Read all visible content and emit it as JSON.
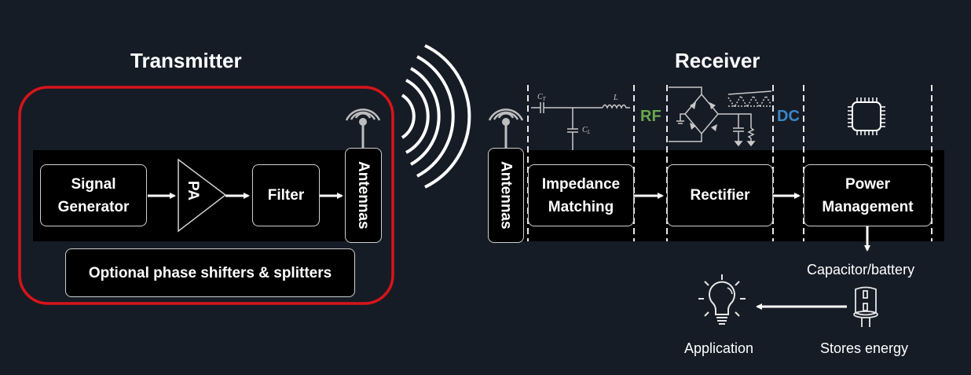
{
  "transmitter": {
    "title": "Transmitter",
    "blocks": {
      "signal_generator": "Signal Generator",
      "pa": "PA",
      "filter": "Filter",
      "antennas": "Antennas",
      "phase_shifters": "Optional phase shifters & splitters"
    },
    "outline_color": "#d8141a"
  },
  "receiver": {
    "title": "Receiver",
    "blocks": {
      "antennas": "Antennas",
      "impedance_matching": "Impedance Matching",
      "rectifier": "Rectifier",
      "power_management": "Power Management"
    },
    "stage_tags": {
      "rf": "RF",
      "dc": "DC"
    },
    "tag_colors": {
      "rf": "#6aa84f",
      "dc": "#3d85c6"
    },
    "circuit_labels": {
      "ct": "C_T",
      "cl": "C_L",
      "l": "L"
    }
  },
  "storage": {
    "capacitor_label": "Capacitor/battery",
    "stores_label": "Stores energy",
    "application_label": "Application"
  }
}
